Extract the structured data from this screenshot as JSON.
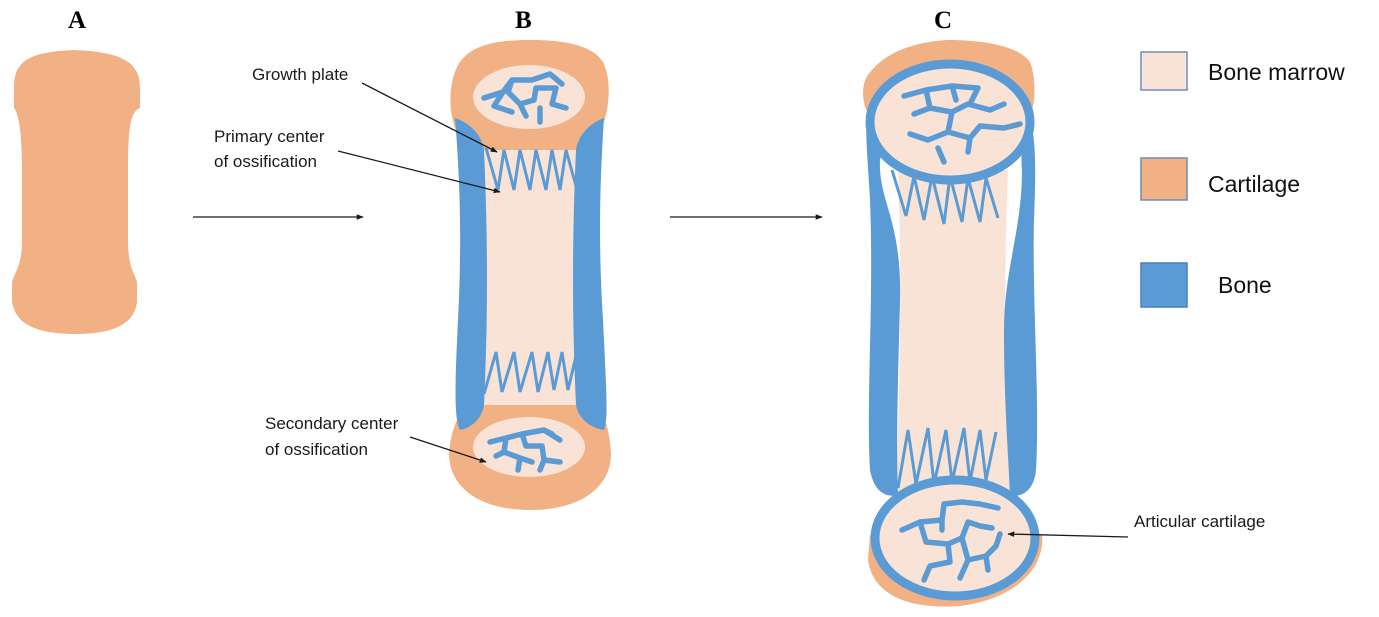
{
  "stages": {
    "a": "A",
    "b": "B",
    "c": "C"
  },
  "annotations": {
    "growth_plate": "Growth plate",
    "primary_center_line1": "Primary center",
    "primary_center_line2": "of ossification",
    "secondary_center_line1": "Secondary center",
    "secondary_center_line2": "of ossification",
    "articular_cartilage": "Articular cartilage"
  },
  "legend": [
    {
      "label": "Bone marrow",
      "color": "#f9e3d6"
    },
    {
      "label": "Cartilage",
      "color": "#f2b085"
    },
    {
      "label": "Bone",
      "color": "#5b9bd5"
    }
  ],
  "colors": {
    "marrow": "#f9e3d6",
    "cartilage": "#f2b085",
    "bone": "#5b9bd5",
    "arrow": "#1a1a1a"
  }
}
